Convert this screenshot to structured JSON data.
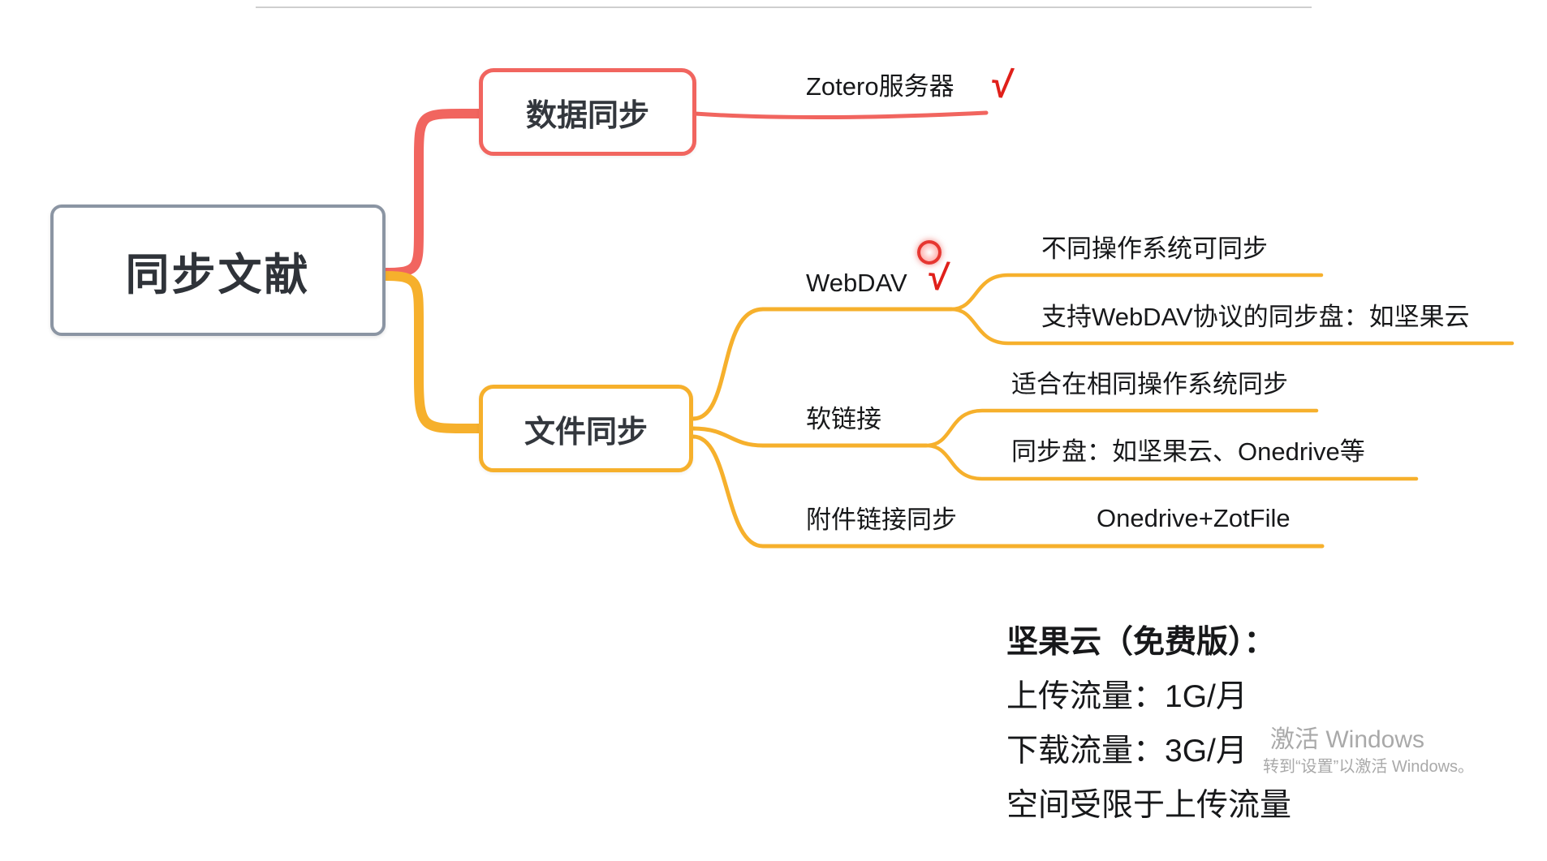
{
  "palette": {
    "red_branch": "#f1655f",
    "yellow_branch": "#f6b02c",
    "root_border": "#8b95a3",
    "check_red": "#e0201a",
    "watermark_gray": "#9b9b9b",
    "text_dark": "#17181a"
  },
  "mindmap": {
    "root": {
      "label": "同步文献"
    },
    "branches": [
      {
        "label": "数据同步",
        "color": "#f1655f",
        "children": [
          {
            "label": "Zotero服务器",
            "check": "√"
          }
        ]
      },
      {
        "label": "文件同步",
        "color": "#f6b02c",
        "children": [
          {
            "label": "WebDAV",
            "check": "√",
            "children": [
              {
                "label": "不同操作系统可同步"
              },
              {
                "label": "支持WebDAV协议的同步盘：如坚果云"
              }
            ]
          },
          {
            "label": "软链接",
            "children": [
              {
                "label": "适合在相同操作系统同步"
              },
              {
                "label": "同步盘：如坚果云、Onedrive等"
              }
            ]
          },
          {
            "label": "附件链接同步",
            "children": [
              {
                "label": "Onedrive+ZotFile"
              }
            ]
          }
        ]
      }
    ]
  },
  "note": {
    "title": "坚果云（免费版）：",
    "lines": [
      "上传流量：1G/月",
      "下载流量：3G/月",
      "空间受限于上传流量"
    ]
  },
  "watermark": {
    "line1": "激活 Windows",
    "line2": "转到“设置”以激活 Windows。"
  }
}
